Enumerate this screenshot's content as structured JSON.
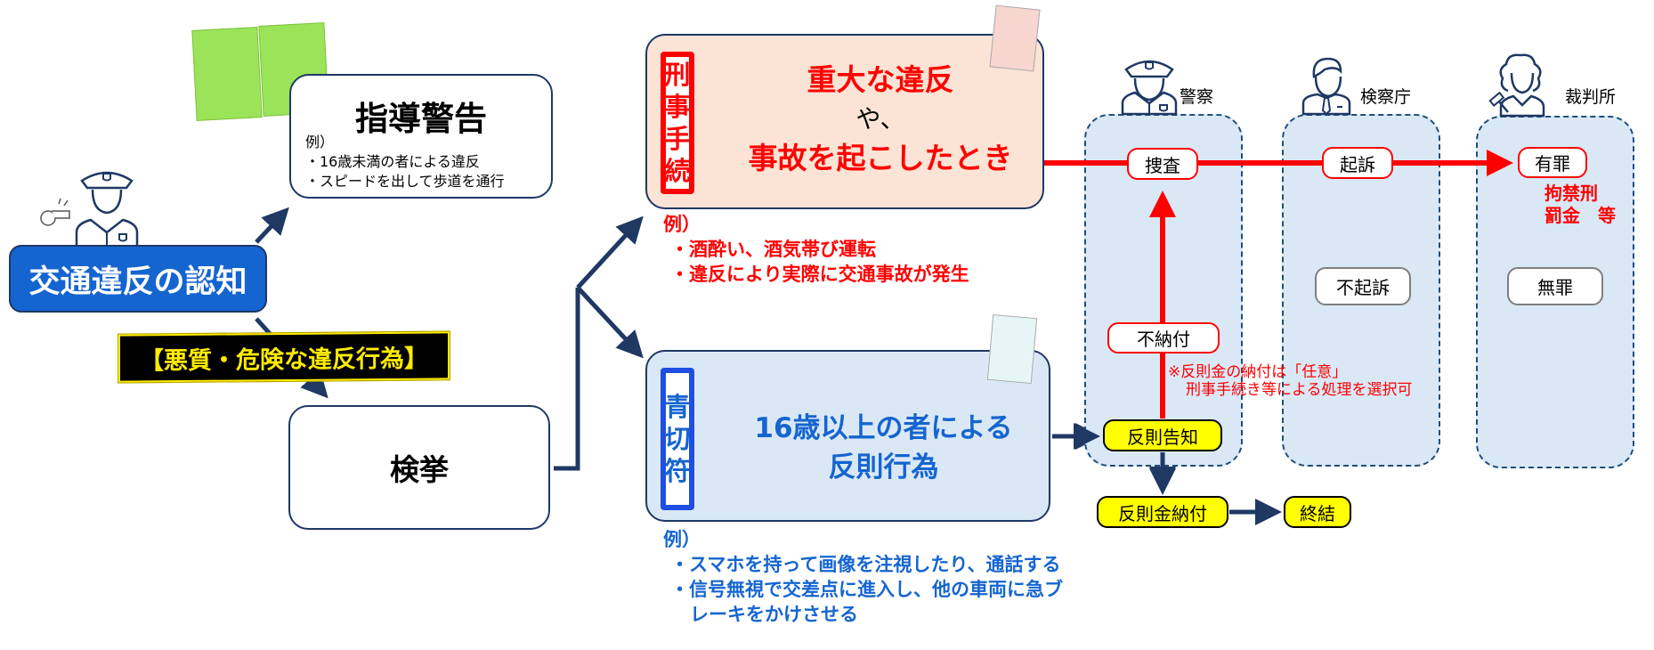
{
  "recognition": {
    "label": "交通違反の認知"
  },
  "banner": {
    "label": "【悪質・危険な違反行為】"
  },
  "warning": {
    "title": "指導警告",
    "example_label": "例）",
    "examples": [
      "・16歳未満の者による違反",
      "・スピードを出して歩道を通行"
    ]
  },
  "arrest": {
    "label": "検挙"
  },
  "criminal": {
    "tag_chars": [
      "刑",
      "事",
      "手",
      "続"
    ],
    "line1": "重大な違反",
    "line2": "や、",
    "line3": "事故を起こしたとき",
    "example_label": "例）",
    "examples": [
      "・酒酔い、酒気帯び運転",
      "・違反により実際に交通事故が発生"
    ]
  },
  "blue_ticket": {
    "tag_chars": [
      "青",
      "切",
      "符"
    ],
    "line1": "16歳以上の者による",
    "line2": "反則行為",
    "example_label": "例）",
    "examples": [
      "・スマホを持って画像を注視したり、通話する",
      "・信号無視で交差点に進入し、他の車両に急ブ",
      "レーキをかけさせる"
    ]
  },
  "orgs": {
    "police": "警察",
    "prosecutor": "検察庁",
    "court": "裁判所"
  },
  "steps": {
    "investigation": "捜査",
    "indictment": "起訴",
    "guilty": "有罪",
    "non_indictment": "不起訴",
    "not_guilty": "無罪",
    "non_payment": "不納付",
    "violation_notice": "反則告知",
    "fine_payment": "反則金納付",
    "conclusion": "終結"
  },
  "penalty": {
    "line1": "拘禁刑",
    "line2": "罰金　等"
  },
  "note": {
    "line1": "※反則金の納付は「任意」",
    "line2": "刑事手続き等による処理を選択可"
  },
  "colors": {
    "red": "#ff0000",
    "blue": "#1565d0",
    "navy": "#1f3864",
    "yellow": "#ffff00",
    "pale_blue": "#dae8f6",
    "pale_red": "#fbe4d5"
  }
}
